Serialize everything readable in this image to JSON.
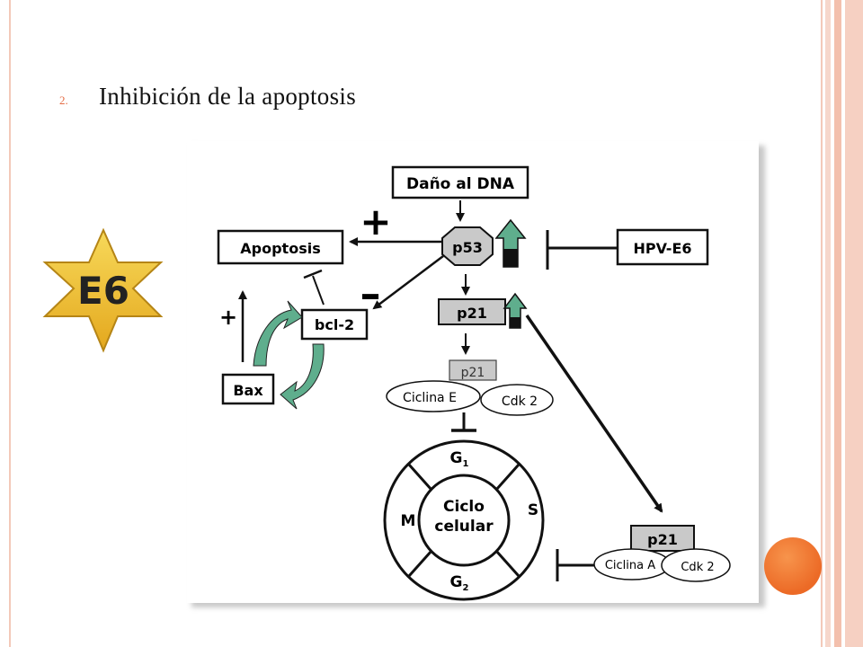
{
  "slide": {
    "list_number": "2.",
    "heading": "Inhibición de la apoptosis"
  },
  "badge": {
    "label": "E6",
    "color": "#f2c12e"
  },
  "diagram": {
    "dano_dna": "Daño al DNA",
    "p53": "p53",
    "hpv_e6": "HPV-E6",
    "apoptosis": "Apoptosis",
    "bcl2": "bcl-2",
    "bax": "Bax",
    "p21_top": "p21",
    "p21_complex": "p21",
    "ciclina_e": "Ciclina E",
    "cdk2_e": "Cdk 2",
    "ciclo_line1": "Ciclo",
    "ciclo_line2": "celular",
    "g1_letter": "G",
    "g1_sub": "1",
    "g2_letter": "G",
    "g2_sub": "2",
    "s_phase": "S",
    "m_phase": "M",
    "p21_right": "p21",
    "ciclina_a": "Ciclina A",
    "cdk2_a": "Cdk 2",
    "plus_sign": "+",
    "minus_sign": "–",
    "bax_plus": "+"
  },
  "colors": {
    "accent_orange": "#ec6a26",
    "frame_pink": "#f3c9b9",
    "arrow_green": "#5fae8d"
  }
}
